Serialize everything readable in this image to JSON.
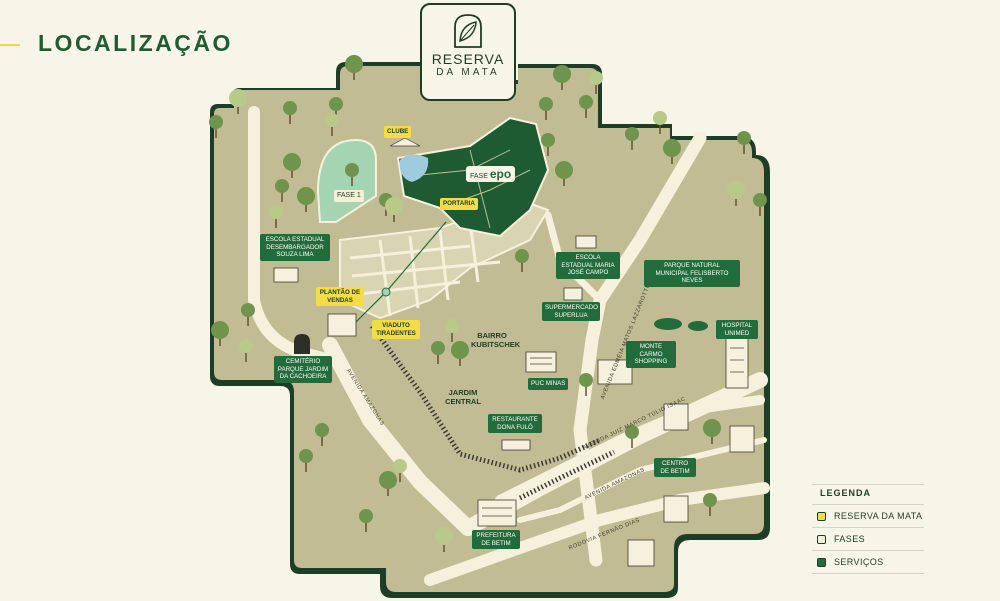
{
  "header": {
    "title": "LOCALIZAÇÃO"
  },
  "logo": {
    "line1": "RESERVA",
    "line2": "DA MATA"
  },
  "colors": {
    "reserva": "#f2dc48",
    "fases": "#f4f0d7",
    "servicos": "#226b3a",
    "land": "#c1bc93",
    "road": "#f5f1dc",
    "tree": "#6e944e",
    "dark": "#1f3d26"
  },
  "map": {
    "labels": {
      "clube": "CLUBE",
      "fase_epo_prefix": "FASE",
      "fase_epo_name": "epo",
      "fase1": "FASE 1",
      "portaria": "PORTARIA",
      "escola_souza": "ESCOLA ESTADUAL DESEMBARGADOR SOUZA LIMA",
      "plantao": "PLANTÃO DE VENDAS",
      "viaduto": "VIADUTO TIRADENTES",
      "cemiterio": "CEMITÉRIO PARQUE JARDIM DA CACHOEIRA",
      "escola_maria": "ESCOLA ESTADUAL MARIA JOSÉ CAMPO",
      "parque": "PARQUE NATURAL MUNICIPAL FELISBERTO NEVES",
      "supermercado": "SUPERMERCADO SUPERLUA",
      "hospital": "HOSPITAL UNIMED",
      "monte_carmo": "MONTE CARMO SHOPPING",
      "bairro": "BAIRRO KUBITSCHEK",
      "jardim": "JARDIM CENTRAL",
      "puc": "PUC MINAS",
      "restaurante": "RESTAURANTE DONA FULÔ",
      "centro": "CENTRO DE BETIM",
      "prefeitura": "PREFEITURA DE BETIM"
    },
    "roads": {
      "amazonas_left": "AVENIDA AMAZONAS",
      "edmeia": "AVENIDA EDMÉIA MATOS LAZZAROTTI",
      "juiz_marco": "AVENIDA JUIZ MARCO TÚLIO ISAAC",
      "amazonas_right": "AVENIDA AMAZONAS",
      "fernao": "RODOVIA FERNÃO DIAS"
    }
  },
  "legend": {
    "title": "LEGENDA",
    "items": [
      {
        "label": "RESERVA DA MATA",
        "color": "#f2dc48"
      },
      {
        "label": "FASES",
        "color": "#f4f0d7"
      },
      {
        "label": "SERVIÇOS",
        "color": "#226b3a"
      }
    ]
  }
}
